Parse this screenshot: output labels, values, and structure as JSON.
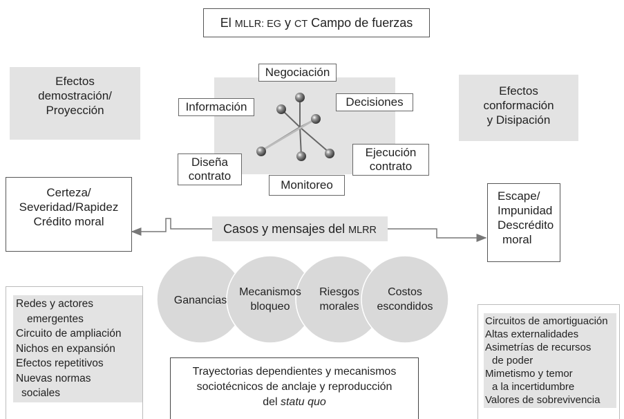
{
  "title": {
    "prefix": "El ",
    "sc1": "MLLR",
    "colon": ": ",
    "sc2": "EG",
    "y": " y ",
    "sc3": "CT",
    "suffix": " Campo de fuerzas"
  },
  "left_effects": [
    "Efectos",
    "demostración/",
    "Proyección"
  ],
  "right_effects": [
    "Efectos",
    "conformación",
    "y Disipación"
  ],
  "nodes": {
    "negociacion": "Negociación",
    "informacion": "Información",
    "decisiones": "Decisiones",
    "disena": [
      "Diseña",
      "contrato"
    ],
    "ejecucion": [
      "Ejecución",
      "contrato"
    ],
    "monitoreo": "Monitoreo"
  },
  "certeza": [
    "Certeza/",
    "Severidad/Rapidez",
    "Crédito moral"
  ],
  "escape": [
    "Escape/",
    "Impunidad",
    "Descrédito",
    "moral"
  ],
  "casos": {
    "text": "Casos y mensajes del ",
    "sc": "MLRR"
  },
  "circles": [
    [
      "Ganancias"
    ],
    [
      "Mecanismos",
      "bloqueo"
    ],
    [
      "Riesgos",
      "morales"
    ],
    [
      "Costos",
      "escondidos"
    ]
  ],
  "left_list": [
    "Redes y actores",
    "  emergentes",
    "Circuito de ampliación",
    "Nichos en expansión",
    "Efectos repetitivos",
    "Nuevas normas",
    "  sociales"
  ],
  "right_list": [
    "Circuitos de amortiguación",
    "Altas externalidades",
    "Asimetrías de recursos",
    "  de poder",
    "Mimetismo y temor",
    "  a la incertidumbre",
    "Valores de sobrevivencia"
  ],
  "bottom": {
    "line1": "Trayectorias dependientes y mecanismos",
    "line2": "sociotécnicos de anclaje y reproducción",
    "line3_prefix": "del ",
    "line3_italic": "statu quo"
  },
  "colors": {
    "gray_box": "#e3e3e3",
    "circle": "#d9d9d9",
    "arrow": "#777777",
    "ball": "#666666"
  }
}
